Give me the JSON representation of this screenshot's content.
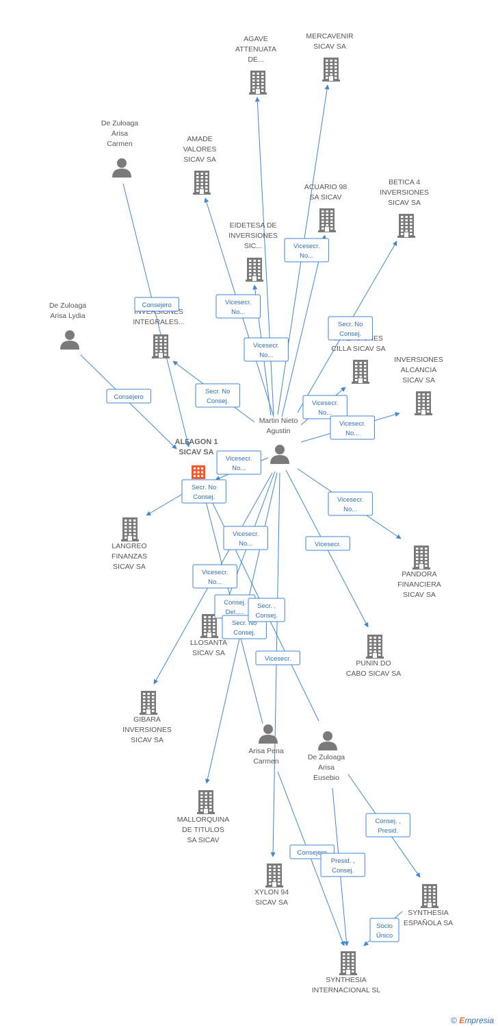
{
  "colors": {
    "edge": "#3f86d6",
    "company": "#7a7a7a",
    "main_company": "#f05a2a",
    "person": "#7a7a7a"
  },
  "nodes": [
    {
      "id": "agave",
      "label": [
        "AGAVE",
        "ATTENUATA",
        "DE..."
      ],
      "type": "company"
    },
    {
      "id": "mercavenir",
      "label": [
        "MERCAVENIR",
        "SICAV SA"
      ],
      "type": "company"
    },
    {
      "id": "dz_carmen",
      "label": [
        "De Zuloaga",
        "Arisa",
        "Carmen"
      ],
      "type": "person"
    },
    {
      "id": "amade",
      "label": [
        "AMADE",
        "VALORES",
        "SICAV SA"
      ],
      "type": "company"
    },
    {
      "id": "acuario",
      "label": [
        "ACUARIO 98",
        "SA SICAV"
      ],
      "type": "company"
    },
    {
      "id": "betica",
      "label": [
        "BETICA 4",
        "INVERSIONES",
        "SICAV SA"
      ],
      "type": "company"
    },
    {
      "id": "eidetesa",
      "label": [
        "EIDETESA DE",
        "INVERSIONES",
        "SIC..."
      ],
      "type": "company"
    },
    {
      "id": "dz_lydia",
      "label": [
        "De Zuloaga",
        "Arisa Lydia"
      ],
      "type": "person"
    },
    {
      "id": "integrales",
      "label": [
        "INVERSIONES",
        "INTEGRALES..."
      ],
      "type": "company"
    },
    {
      "id": "cilla",
      "label": [
        "INVERSIONES",
        "CILLA SICAV SA"
      ],
      "type": "company"
    },
    {
      "id": "alcancia",
      "label": [
        "INVERSIONES",
        "ALCANCIA",
        "SICAV SA"
      ],
      "type": "company"
    },
    {
      "id": "martin",
      "label": [
        "Martin Nieto",
        "Agustin"
      ],
      "type": "person"
    },
    {
      "id": "alfagon",
      "label": [
        "ALFAGON 1",
        "SICAV SA"
      ],
      "type": "main"
    },
    {
      "id": "langreo",
      "label": [
        "LANGREO",
        "FINANZAS",
        "SICAV SA"
      ],
      "type": "company"
    },
    {
      "id": "pandora",
      "label": [
        "PANDORA",
        "FINANCIERA",
        "SICAV SA"
      ],
      "type": "company"
    },
    {
      "id": "llosanta",
      "label": [
        "LLOSANTA",
        "SICAV SA"
      ],
      "type": "company"
    },
    {
      "id": "punin",
      "label": [
        "PUNIN DO",
        "CABO SICAV SA"
      ],
      "type": "company"
    },
    {
      "id": "gibara",
      "label": [
        "GIBARA",
        "INVERSIONES",
        "SICAV SA"
      ],
      "type": "company"
    },
    {
      "id": "arisa_pena",
      "label": [
        "Arisa Pena",
        "Carmen"
      ],
      "type": "person"
    },
    {
      "id": "dz_eusebio",
      "label": [
        "De Zuloaga",
        "Arisa",
        "Eusebio"
      ],
      "type": "person"
    },
    {
      "id": "mallorquina",
      "label": [
        "MALLORQUINA",
        "DE TITULOS",
        "SA SICAV"
      ],
      "type": "company"
    },
    {
      "id": "xylon",
      "label": [
        "XYLON 94",
        "SICAV SA"
      ],
      "type": "company"
    },
    {
      "id": "synthesia_es",
      "label": [
        "SYNTHESIA",
        "ESPAÑOLA SA"
      ],
      "type": "company"
    },
    {
      "id": "synthesia_int",
      "label": [
        "SYNTHESIA",
        "INTERNACIONAL SL"
      ],
      "type": "company"
    }
  ],
  "edges": [
    {
      "from": "martin",
      "to": "agave",
      "label": []
    },
    {
      "from": "martin",
      "to": "mercavenir",
      "label": []
    },
    {
      "from": "martin",
      "to": "amade",
      "label": [
        "Vicesecr.",
        "No..."
      ]
    },
    {
      "from": "martin",
      "to": "acuario",
      "label": [
        "Vicesecr.",
        "No..."
      ]
    },
    {
      "from": "martin",
      "to": "eidetesa",
      "label": [
        "Vicesecr.",
        "No..."
      ]
    },
    {
      "from": "martin",
      "to": "betica",
      "label": [
        "Secr.  No",
        "Consej."
      ]
    },
    {
      "from": "martin",
      "to": "integrales",
      "label": [
        "Secr.  No",
        "Consej."
      ]
    },
    {
      "from": "martin",
      "to": "cilla",
      "label": [
        "Vicesecr.",
        "No..."
      ]
    },
    {
      "from": "martin",
      "to": "alcancia",
      "label": [
        "Vicesecr.",
        "No..."
      ]
    },
    {
      "from": "martin",
      "to": "alfagon",
      "label": [
        "Vicesecr.",
        "No..."
      ]
    },
    {
      "from": "martin",
      "to": "pandora",
      "label": [
        "Vicesecr.",
        "No..."
      ]
    },
    {
      "from": "martin",
      "to": "punin",
      "label": [
        "Vicesecr."
      ]
    },
    {
      "from": "martin",
      "to": "llosanta",
      "label": [
        "Vicesecr.",
        "No..."
      ]
    },
    {
      "from": "martin",
      "to": "gibara",
      "label": [
        "Vicesecr.",
        "No..."
      ]
    },
    {
      "from": "martin",
      "to": "mallorquina",
      "label": [
        "Consej.",
        "Del.,..."
      ]
    },
    {
      "from": "martin",
      "to": "xylon",
      "label": [
        "Vicesecr."
      ]
    },
    {
      "from": "dz_carmen",
      "to": "alfagon",
      "label": [
        "Consejero"
      ]
    },
    {
      "from": "dz_lydia",
      "to": "alfagon",
      "label": [
        "Consejero"
      ]
    },
    {
      "from": "alfagon",
      "to": "langreo",
      "label": [
        "Secr.  No",
        "Consej."
      ]
    },
    {
      "from": "arisa_pena",
      "to": "alfagon",
      "label": [
        "Secr.  No",
        "Consej."
      ]
    },
    {
      "from": "dz_eusebio",
      "to": "alfagon",
      "label": [
        "Secr. ,",
        "Consej."
      ]
    },
    {
      "from": "arisa_pena",
      "to": "synthesia_int",
      "label": [
        "Consejero"
      ]
    },
    {
      "from": "dz_eusebio",
      "to": "synthesia_int",
      "label": [
        "Presid. ,",
        "Consej."
      ]
    },
    {
      "from": "dz_eusebio",
      "to": "synthesia_es",
      "label": [
        "Consej. ,",
        "Presid."
      ]
    },
    {
      "from": "synthesia_es",
      "to": "synthesia_int",
      "label": [
        "Socio",
        "Único"
      ]
    }
  ],
  "footer": {
    "copyright": "©",
    "brand_first": "E",
    "brand_rest": "mpresia"
  }
}
